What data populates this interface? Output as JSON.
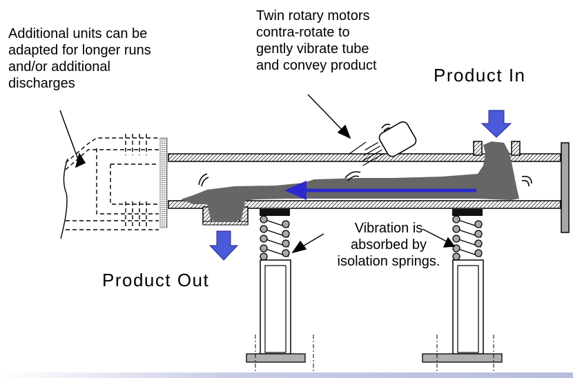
{
  "labels": {
    "additional_units": [
      "Additional units can be",
      "adapted for longer runs",
      "and/or additional",
      "discharges"
    ],
    "twin_motors": [
      "Twin rotary motors",
      "contra-rotate to",
      "gently vibrate tube",
      "and convey product"
    ],
    "product_in": "Product In",
    "product_out": "Product Out",
    "vibration": [
      "Vibration is",
      "absorbed by",
      "isolation springs."
    ]
  },
  "colors": {
    "product": "#666666",
    "flow_arrow": "#2a2ad0",
    "io_arrow": "#4a5ad8",
    "hatch": "#000000",
    "spring_ball": "#a8a8a8",
    "flange": "#b0b0b0"
  },
  "icons": {
    "product_in_marker": "arrow-down-icon",
    "product_out_marker": "arrow-down-icon",
    "flow_marker": "arrow-left-icon"
  }
}
